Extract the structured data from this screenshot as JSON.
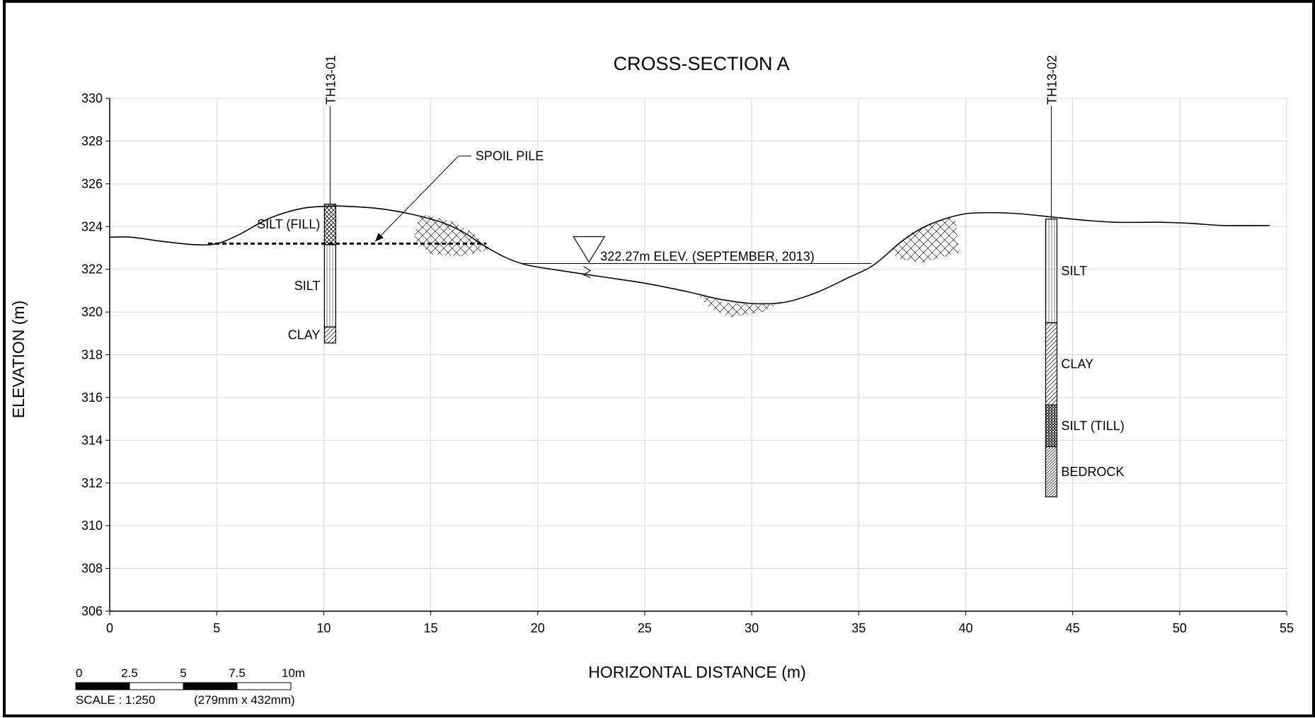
{
  "title": "CROSS-SECTION A",
  "xlabel": "HORIZONTAL DISTANCE (m)",
  "ylabel": "ELEVATION (m)",
  "x_ticks": [
    "0",
    "5",
    "10",
    "15",
    "20",
    "25",
    "30",
    "35",
    "40",
    "45",
    "50",
    "55"
  ],
  "y_ticks": [
    "306",
    "308",
    "310",
    "312",
    "314",
    "316",
    "318",
    "320",
    "322",
    "324",
    "326",
    "328",
    "330"
  ],
  "water_level": {
    "label": "322.27m ELEV. (SEPTEMBER, 2013)",
    "elevation": 322.27
  },
  "spoil_pile": {
    "label": "SPOIL PILE"
  },
  "boreholes": [
    {
      "id": "TH13-01",
      "x": 10.3,
      "layers": [
        {
          "label": "SILT (FILL)",
          "top": 325.05,
          "bottom": 323.15,
          "pattern": "crosshatch"
        },
        {
          "label": "SILT",
          "top": 323.15,
          "bottom": 319.3,
          "pattern": "vlines"
        },
        {
          "label": "CLAY",
          "top": 319.3,
          "bottom": 318.55,
          "pattern": "diag"
        }
      ]
    },
    {
      "id": "TH13-02",
      "x": 44.0,
      "layers": [
        {
          "label": "SILT",
          "top": 324.35,
          "bottom": 319.5,
          "pattern": "vlines"
        },
        {
          "label": "CLAY",
          "top": 319.5,
          "bottom": 315.65,
          "pattern": "diag"
        },
        {
          "label": "SILT (TILL)",
          "top": 315.65,
          "bottom": 313.7,
          "pattern": "dense"
        },
        {
          "label": "BEDROCK",
          "top": 313.7,
          "bottom": 311.35,
          "pattern": "diagdense"
        }
      ]
    }
  ],
  "scale_bar": {
    "labels": [
      "0",
      "2.5",
      "5",
      "7.5",
      "10m"
    ],
    "scale_text": "SCALE : 1:250",
    "paper_text": "(279mm x 432mm)"
  },
  "chart_data": {
    "type": "line",
    "title": "CROSS-SECTION A",
    "xlabel": "HORIZONTAL DISTANCE (m)",
    "ylabel": "ELEVATION (m)",
    "xlim": [
      0,
      55
    ],
    "ylim": [
      306,
      330
    ],
    "grid": true,
    "series": [
      {
        "x": [
          0,
          1,
          2.5,
          4,
          5,
          6,
          7.5,
          9,
          10.3,
          11,
          12.5,
          14,
          15.5,
          16.5,
          17.5,
          18.5,
          19.5,
          21,
          23,
          25,
          27,
          28.5,
          30,
          31.5,
          33,
          34.5,
          35.7,
          37,
          38,
          39,
          40,
          41.2,
          42.5,
          44,
          45.5,
          47,
          49,
          50.5,
          52,
          54.2
        ],
        "values": [
          323.5,
          323.5,
          323.3,
          323.15,
          323.2,
          323.6,
          324.4,
          324.85,
          324.95,
          324.95,
          324.85,
          324.6,
          324.2,
          323.75,
          323.1,
          322.55,
          322.2,
          321.95,
          321.65,
          321.35,
          320.95,
          320.6,
          320.4,
          320.45,
          320.9,
          321.6,
          322.2,
          323.3,
          323.95,
          324.35,
          324.6,
          324.65,
          324.6,
          324.45,
          324.3,
          324.2,
          324.2,
          324.15,
          324.05,
          324.05
        ]
      }
    ]
  }
}
